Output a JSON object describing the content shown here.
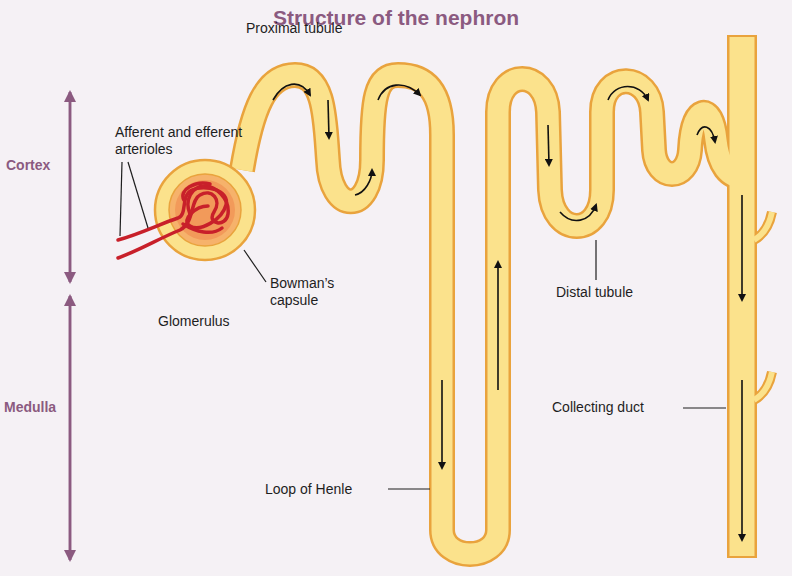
{
  "diagram": {
    "title": "Structure of the nephron",
    "labels": [
      "Cortex",
      "Medulla",
      "Afferent and efferent arterioles",
      "Proximal tubule",
      "Bowman’s capsule",
      "Glomerulus",
      "Distal tubule",
      "Collecting duct",
      "Loop of Henle"
    ]
  }
}
